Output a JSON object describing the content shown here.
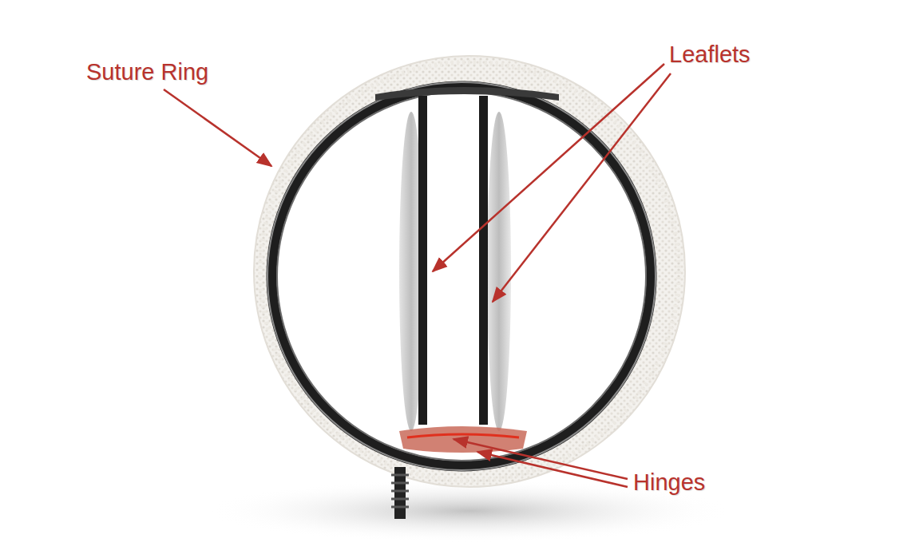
{
  "diagram": {
    "labels": [
      "Suture Ring",
      "Leaflets",
      "Hinges"
    ]
  }
}
